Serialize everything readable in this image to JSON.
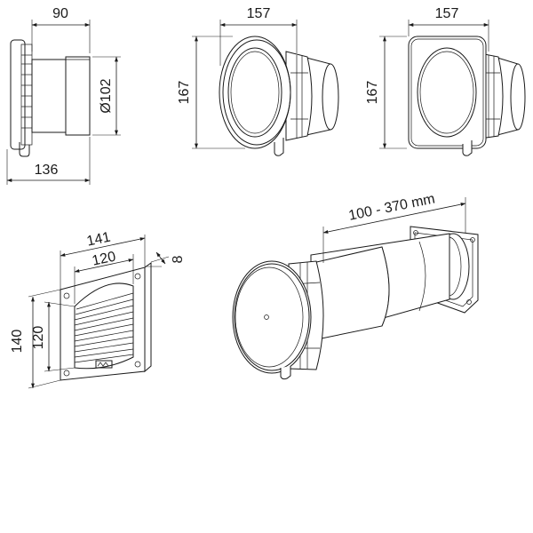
{
  "dimensions": {
    "view1_depth": "90",
    "view1_total_length": "136",
    "view1_diameter": "Ø102",
    "view2_width": "157",
    "view2_height": "167",
    "view3_width": "157",
    "view3_height": "167",
    "grille_outer_width": "141",
    "grille_inner_width": "120",
    "grille_thickness": "8",
    "grille_outer_height": "140",
    "grille_inner_height": "120",
    "wall_range": "100 - 370 mm"
  },
  "colors": {
    "line": "#1a1a1a",
    "background": "#ffffff"
  }
}
